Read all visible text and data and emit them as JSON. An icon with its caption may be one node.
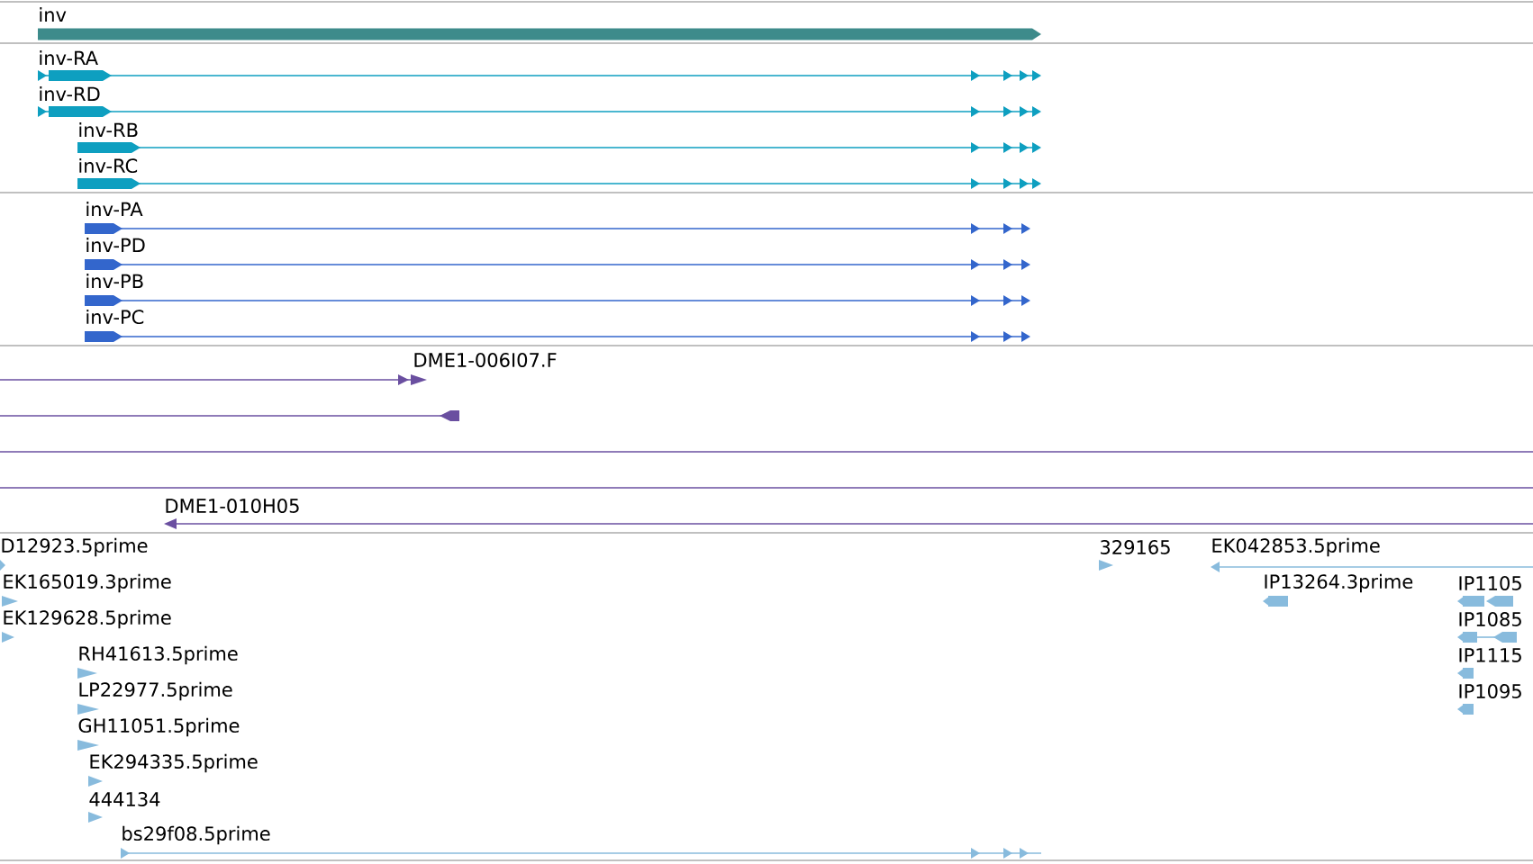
{
  "diagram": {
    "labels": [
      "inv",
      "inv-RA",
      "inv-RD",
      "inv-RB",
      "inv-RC",
      "inv-PA",
      "inv-PD",
      "inv-PB",
      "inv-PC",
      "DME1-006I07.F",
      "DME1-010H05",
      "D12923.5prime",
      "329165",
      "EK042853.5prime",
      "EK165019.3prime",
      "IP13264.3prime",
      "IP1105",
      "EK129628.5prime",
      "IP1085",
      "RH41613.5prime",
      "IP1115",
      "LP22977.5prime",
      "IP1095",
      "GH11051.5prime",
      "EK294335.5prime",
      "444134",
      "bs29f08.5prime"
    ]
  }
}
